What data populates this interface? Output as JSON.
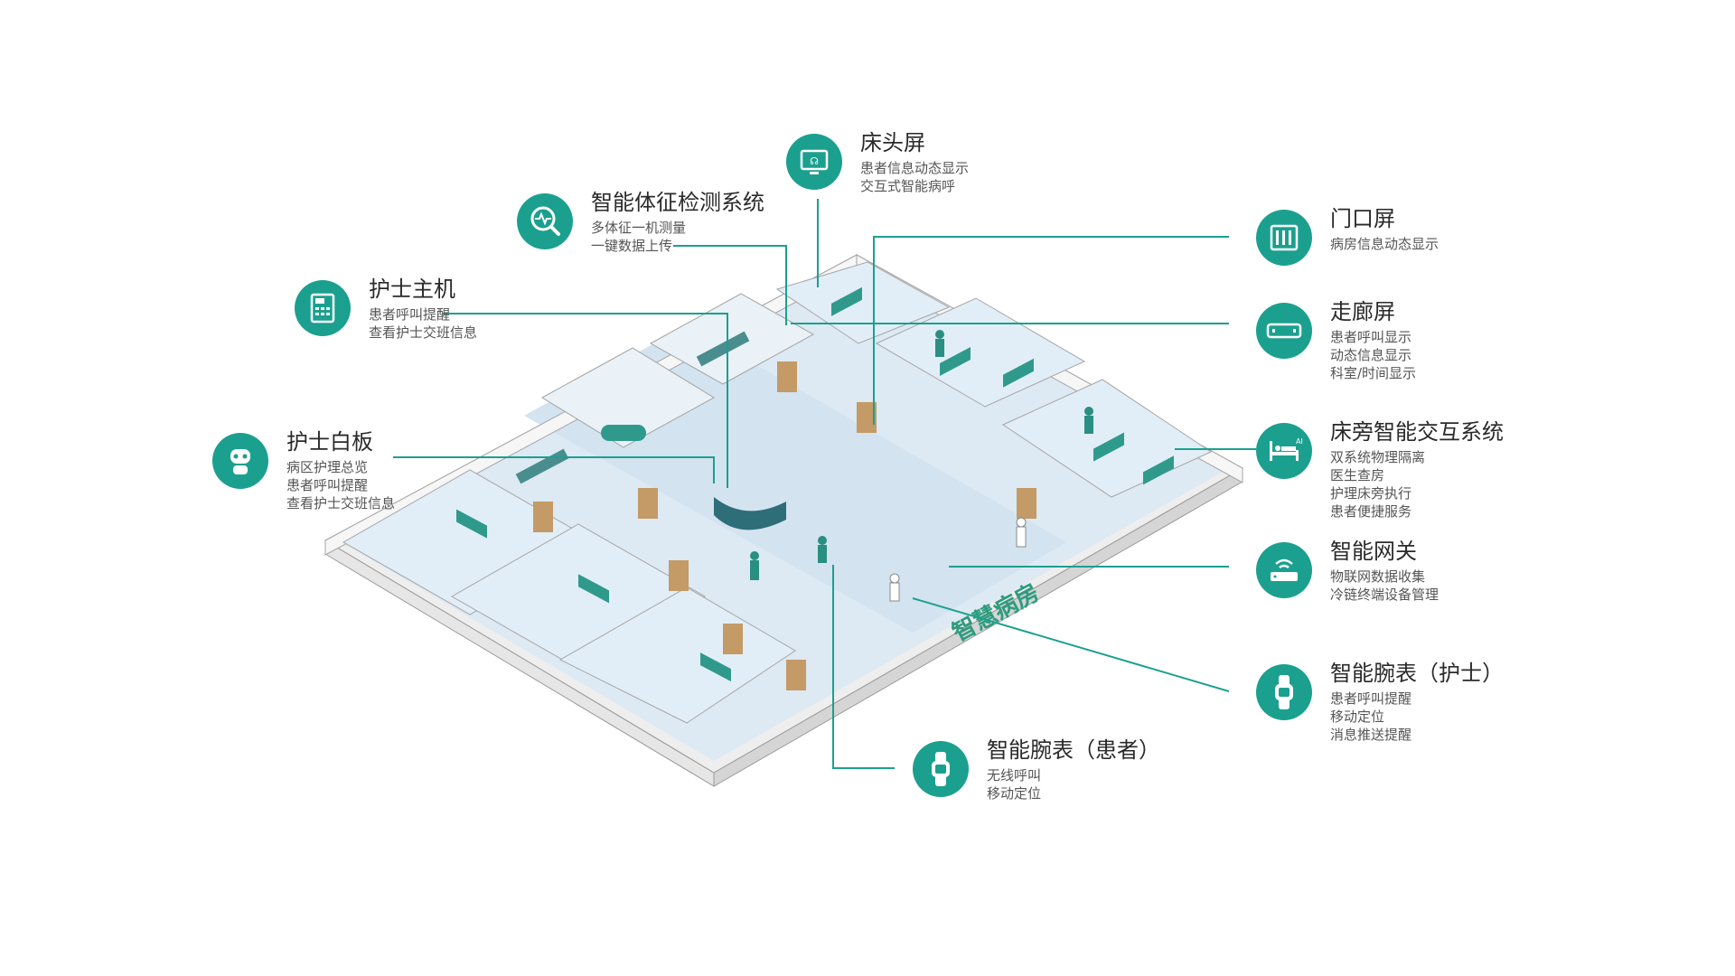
{
  "colors": {
    "accent": "#1ba08f",
    "leader": "#1ba08f",
    "floor": "#dde9f3",
    "wall_top": "#f4f4f4",
    "wall_side": "#d9d9d9",
    "door": "#c49a67"
  },
  "building_label": "智慧病房",
  "callouts": {
    "bedside_screen": {
      "icon": "tablet-screen-icon",
      "title": "床头屏",
      "lines": [
        "患者信息动态显示",
        "交互式智能病呼"
      ]
    },
    "vital_signs": {
      "icon": "magnifier-pulse-icon",
      "title": "智能体征检测系统",
      "lines": [
        "多体征一机测量",
        "一键数据上传"
      ]
    },
    "nurse_host": {
      "icon": "phone-host-icon",
      "title": "护士主机",
      "lines": [
        "患者呼叫提醒",
        "查看护士交班信息"
      ]
    },
    "nurse_whiteboard": {
      "icon": "robot-whiteboard-icon",
      "title": "护士白板",
      "lines": [
        "病区护理总览",
        "患者呼叫提醒",
        "查看护士交班信息"
      ]
    },
    "door_screen": {
      "icon": "door-screen-icon",
      "title": "门口屏",
      "lines": [
        "病房信息动态显示"
      ]
    },
    "corridor_screen": {
      "icon": "corridor-screen-icon",
      "title": "走廊屏",
      "lines": [
        "患者呼叫显示",
        "动态信息显示",
        "科室/时间显示"
      ]
    },
    "bedside_interaction": {
      "icon": "hospital-bed-icon",
      "title": "床旁智能交互系统",
      "lines": [
        "双系统物理隔离",
        "医生查房",
        "护理床旁执行",
        "患者便捷服务"
      ]
    },
    "gateway": {
      "icon": "wifi-router-icon",
      "title": "智能网关",
      "lines": [
        "物联网数据收集",
        "冷链终端设备管理"
      ]
    },
    "watch_nurse": {
      "icon": "watch-icon",
      "title": "智能腕表（护士）",
      "lines": [
        "患者呼叫提醒",
        "移动定位",
        "消息推送提醒"
      ]
    },
    "watch_patient": {
      "icon": "watch-icon",
      "title": "智能腕表（患者）",
      "lines": [
        "无线呼叫",
        "移动定位"
      ]
    }
  }
}
